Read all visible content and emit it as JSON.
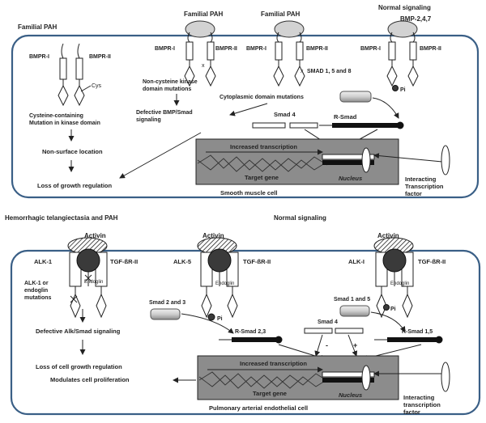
{
  "top": {
    "familial_pah": "Familial PAH",
    "familial_pah_2": "Familial PAH",
    "familial_pah_3": "Familial PAH",
    "normal_signaling": "Normal signaling",
    "bmp_ligand": "BMP-2,4,7",
    "bmpr1": "BMPR-I",
    "bmpr2": "BMPR-II",
    "cys": "Cys",
    "cys_mutation_line1": "Cysteine-containing",
    "cys_mutation_line2": "Mutation in kinase domain",
    "non_surface": "Non-surface location",
    "loss_growth": "Loss of growth regulation",
    "noncys_line1": "Non-cysteine kinase",
    "noncys_line2": "domain mutations",
    "cyto_mut": "Cytoplasmic domain mutations",
    "defective_line1": "Defective BMP/Smad",
    "defective_line2": "signaling",
    "smad158": "SMAD 1, 5 and 8",
    "x_mark": "x",
    "pi": "Pi",
    "smad4": "Smad 4",
    "rsmad": "R-Smad",
    "increased_tx": "Increased transcription",
    "target_gene": "Target gene",
    "nucleus": "Nucleus",
    "interacting_line1": "Interacting",
    "interacting_line2": "Transcription",
    "interacting_line3": "factor",
    "cell_label": "Smooth muscle cell"
  },
  "bottom": {
    "htpah": "Hemorrhagic telangiectasia  and PAH",
    "normal_signaling": "Normal signaling",
    "activin": "Activin",
    "alk1": "ALK-1",
    "alk5": "ALK-5",
    "alk_i": "ALK-I",
    "tgfbr2": "TGF-ßR-II",
    "endoglin": "Endoglin",
    "mut_line1": "ALK-1 or",
    "mut_line2": "endoglin",
    "mut_line3": "mutations",
    "defective": "Defective Alk/Smad signaling",
    "loss": "Loss of cell growth regulation",
    "modulates": "Modulates cell proliferation",
    "smad23": "Smad 2 and 3",
    "rsmad23": "R-Smad 2,3",
    "smad15": "Smad 1 and 5",
    "rsmad15": "R-Smad 1,5",
    "smad4": "Smad 4",
    "minus": "-",
    "plus": "+",
    "pi": "Pi",
    "increased_tx": "Increased transcription",
    "target_gene": "Target gene",
    "nucleus": "Nucleus",
    "interacting_line1": "Interacting",
    "interacting_line2": "transcription",
    "interacting_line3": "factor",
    "cell_label": "Pulmonary arterial endothelial cell"
  }
}
